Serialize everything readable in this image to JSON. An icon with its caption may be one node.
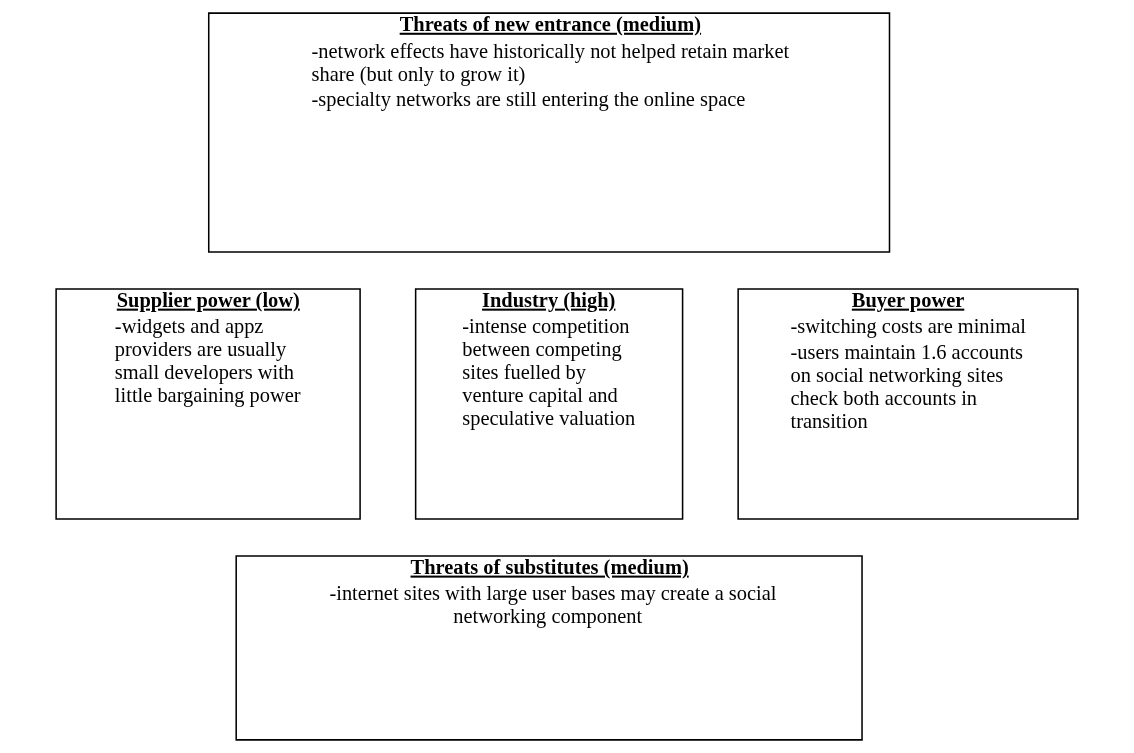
{
  "diagram": {
    "nodes": [
      {
        "text": [
          "Threats of new entrance (medium)",
          "-network effects have historically not helped retain market share (but only to grow it)",
          "-specialty networks are still entering the online space"
        ]
      },
      {
        "text": [
          "Supplier power (low)",
          "-widgets and appz providers are usually small developers with little bargaining power"
        ]
      },
      {
        "text": [
          "Industry (high)",
          "-intense competition between competing sites fuelled by venture capital and speculative valuation"
        ]
      },
      {
        "text": [
          "Buyer power",
          "-switching costs are minimal",
          "-users maintain 1.6 accounts on social networking sites check both accounts in transition"
        ]
      },
      {
        "text": [
          "Threats of substitutes (medium)",
          "-internet sites with large user bases may create a social networking component"
        ]
      }
    ],
    "edges": []
  }
}
